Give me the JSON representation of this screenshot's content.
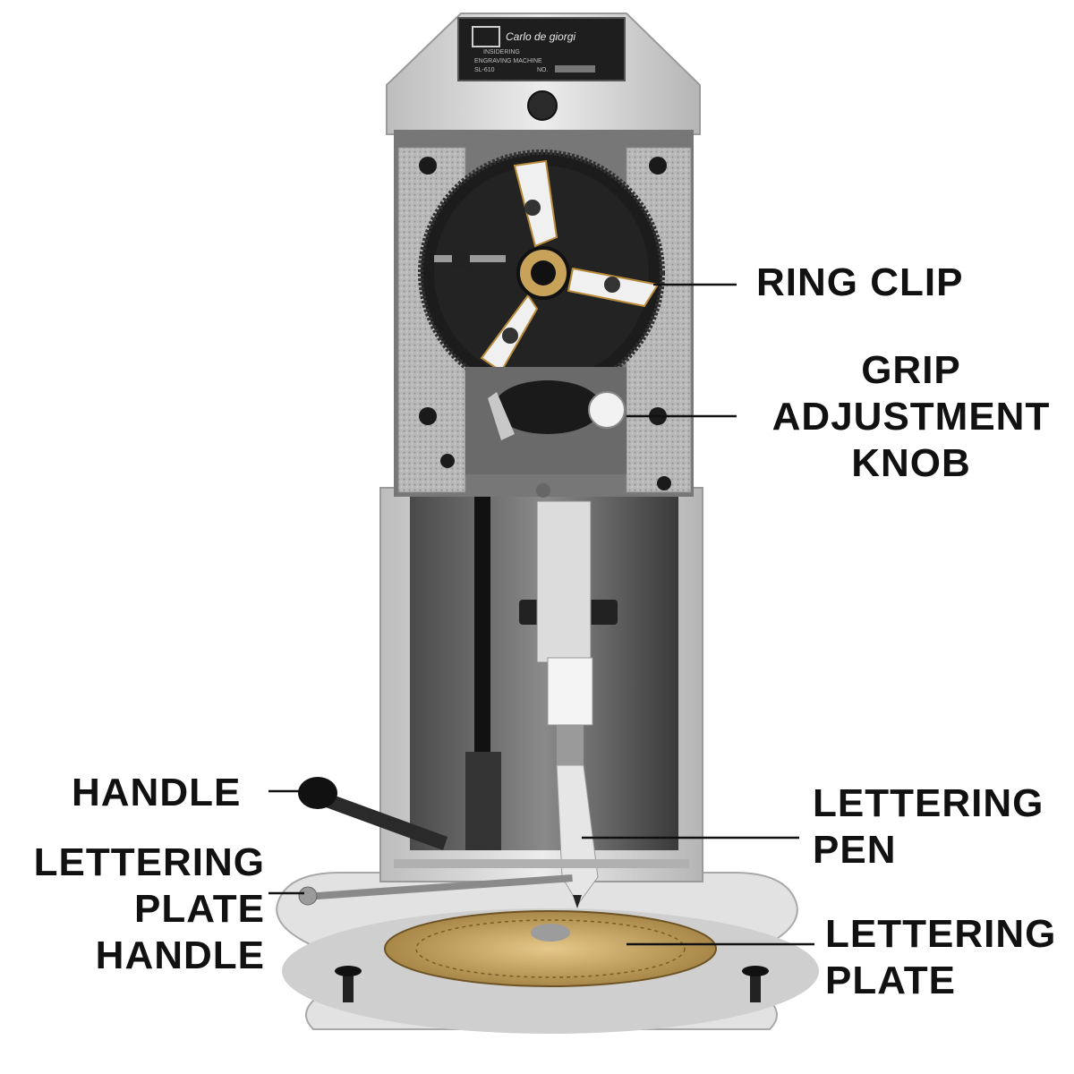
{
  "nameplate": {
    "brand": "Carlo de giorgi",
    "line1": "INSIDERING",
    "line2": "ENGRAVING MACHINE",
    "model": "SL-610",
    "no_label": "NO."
  },
  "labels": {
    "ring_clip": [
      "RING CLIP"
    ],
    "grip_adjustment_knob": [
      "GRIP",
      "ADJUSTMENT",
      "KNOB"
    ],
    "handle": [
      "HANDLE"
    ],
    "lettering_pen": [
      "LETTERING",
      "PEN"
    ],
    "lettering_plate_handle": [
      "LETTERING",
      "PLATE",
      "HANDLE"
    ],
    "lettering_plate": [
      "LETTERING",
      "PLATE"
    ]
  },
  "colors": {
    "frame": "#dcdcdc",
    "frame_dark": "#9a9a9a",
    "gear": "#1c1c1c",
    "brass": "#c9a25a",
    "line": "#111111"
  }
}
